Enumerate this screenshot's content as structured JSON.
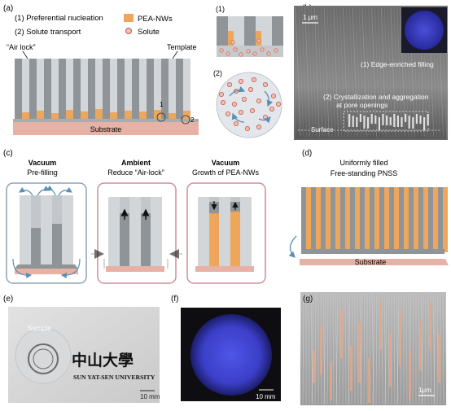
{
  "panel_a": {
    "label": "(a)",
    "legend_items": [
      "(1) Preferential nucleation",
      "(2) Solute transport"
    ],
    "legend_pea": "PEA-NWs",
    "legend_solute": "Solute",
    "air_lock": "“Air lock”",
    "template": "Template",
    "substrate": "Substrate",
    "callout_1": "1",
    "callout_2": "2",
    "inset_1": "(1)",
    "inset_2": "(2)"
  },
  "panel_b": {
    "label": "(b)",
    "scale": "1 μm",
    "ann_1": "(1) Edge-enriched filling",
    "ann_2a": "(2) Crystallization and aggregation",
    "ann_2b": "at pore openings",
    "surface": "Surface"
  },
  "panel_c": {
    "label": "(c)",
    "steps": [
      {
        "title": "Vacuum",
        "sub": "Pre-filling"
      },
      {
        "title": "Ambient",
        "sub": "Reduce “Air-lock”"
      },
      {
        "title": "Vacuum",
        "sub": "Growth of PEA-NWs"
      }
    ]
  },
  "panel_d": {
    "label": "(d)",
    "title_1": "Uniformly filled",
    "title_2": "Free-standing PNSS",
    "substrate": "Substrate"
  },
  "panel_e": {
    "label": "(e)",
    "sample": "Sample",
    "chinese": "中山大學",
    "university": "SUN YAT-SEN UNIVERSITY",
    "scale": "10 mm"
  },
  "panel_f": {
    "label": "(f)",
    "scale": "10 mm"
  },
  "panel_g": {
    "label": "(g)",
    "scale": "1μm"
  },
  "colors": {
    "orange": "#eda65c",
    "template_gray": "#8f9499",
    "template_light": "#d3d6d9",
    "substrate": "#e8b1a6",
    "blue_frame": "#8ea2b8",
    "pink_frame": "#cf8d97",
    "arrow_blue": "#5b8fb3"
  }
}
